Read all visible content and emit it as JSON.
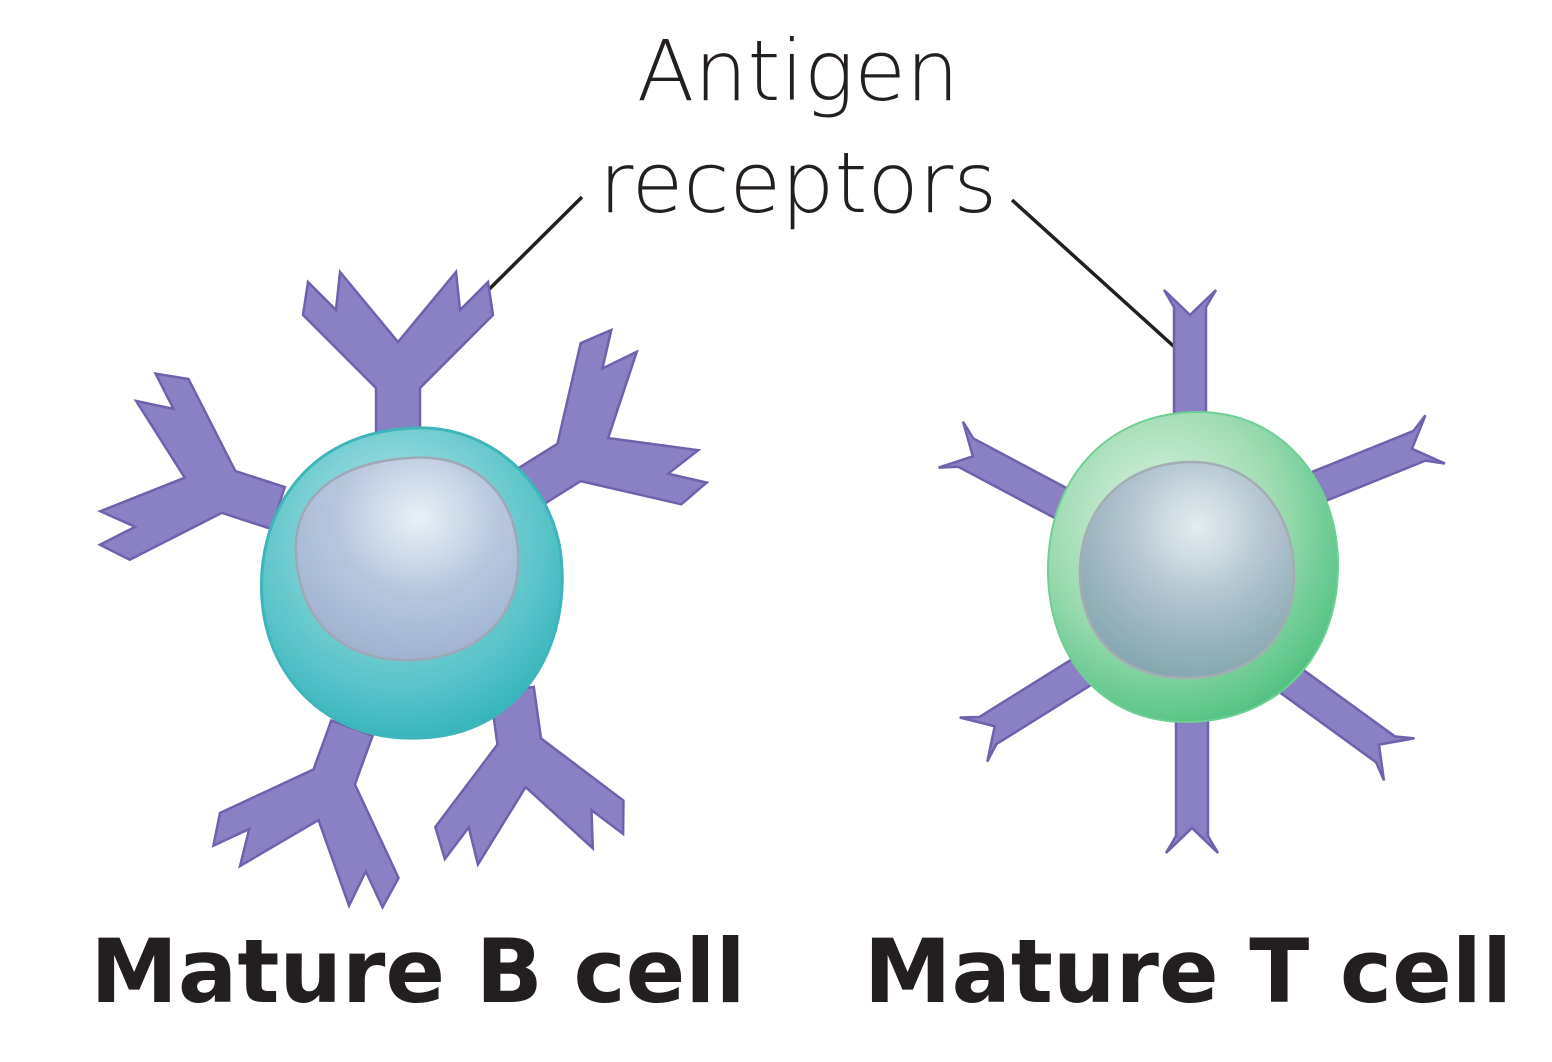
{
  "callout": {
    "line1": "Antigen",
    "line2": "receptors"
  },
  "cells": {
    "b_cell": {
      "label": "Mature B cell"
    },
    "t_cell": {
      "label": "Mature T cell"
    }
  },
  "colors": {
    "receptor_fill": "#8a80c4",
    "b_cell_membrane": "#5cc4c8",
    "t_cell_membrane": "#7dd3a0",
    "nucleus": "#aebfd3",
    "text": "#231f20"
  }
}
